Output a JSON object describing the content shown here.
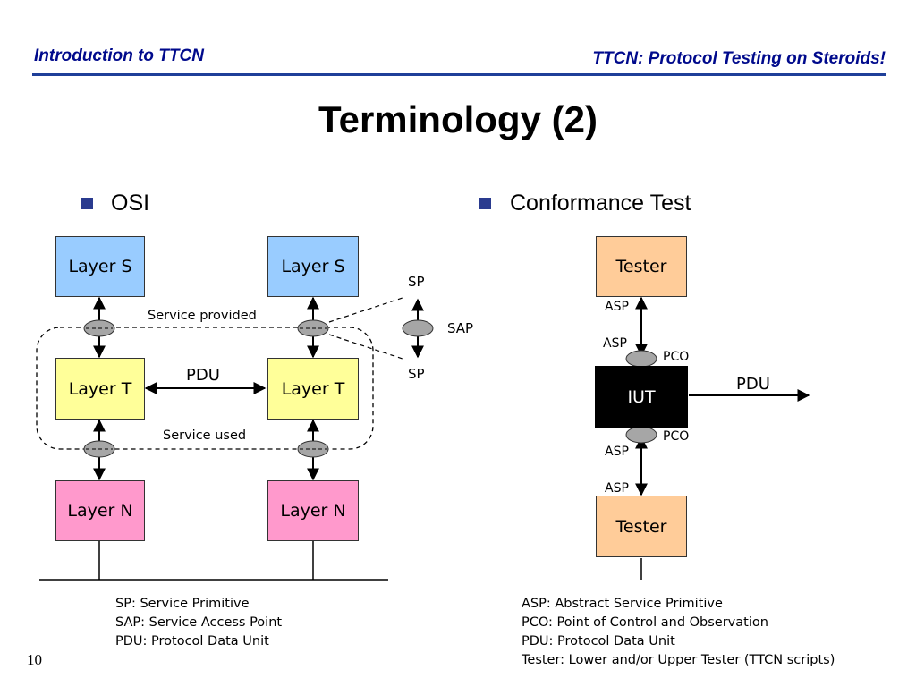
{
  "header": {
    "left": "Introduction to TTCN",
    "right": "TTCN: Protocol Testing on Steroids!"
  },
  "title": "Terminology (2)",
  "osi": {
    "heading": "OSI",
    "layer_s_left": "Layer S",
    "layer_s_right": "Layer S",
    "layer_t_left": "Layer T",
    "layer_t_right": "Layer T",
    "layer_n_left": "Layer N",
    "layer_n_right": "Layer N",
    "service_provided": "Service provided",
    "service_used": "Service used",
    "pdu": "PDU",
    "sp_top": "SP",
    "sap": "SAP",
    "sp_bottom": "SP",
    "legend": [
      "SP: Service Primitive",
      "SAP: Service Access Point",
      "PDU: Protocol Data Unit"
    ]
  },
  "conformance": {
    "heading": "Conformance Test",
    "tester_top": "Tester",
    "iut": "IUT",
    "tester_bottom": "Tester",
    "asp_1": "ASP",
    "asp_2": "ASP",
    "pco_top": "PCO",
    "pdu": "PDU",
    "pco_bottom": "PCO",
    "asp_3": "ASP",
    "asp_4": "ASP",
    "legend": [
      "ASP: Abstract Service Primitive",
      "PCO: Point of Control and Observation",
      "PDU: Protocol Data Unit",
      "Tester: Lower and/or Upper Tester (TTCN scripts)"
    ]
  },
  "page_number": "10",
  "colors": {
    "header_text": "#000a8c",
    "header_rule": "#1f3f99",
    "bullet": "#2a3b8f",
    "layer_s_fill": "#99ccff",
    "layer_t_fill": "#ffff99",
    "layer_n_fill": "#ff99cc",
    "tester_fill": "#ffcc99",
    "iut_fill": "#000000",
    "sap_fill": "#a6a6a6"
  }
}
